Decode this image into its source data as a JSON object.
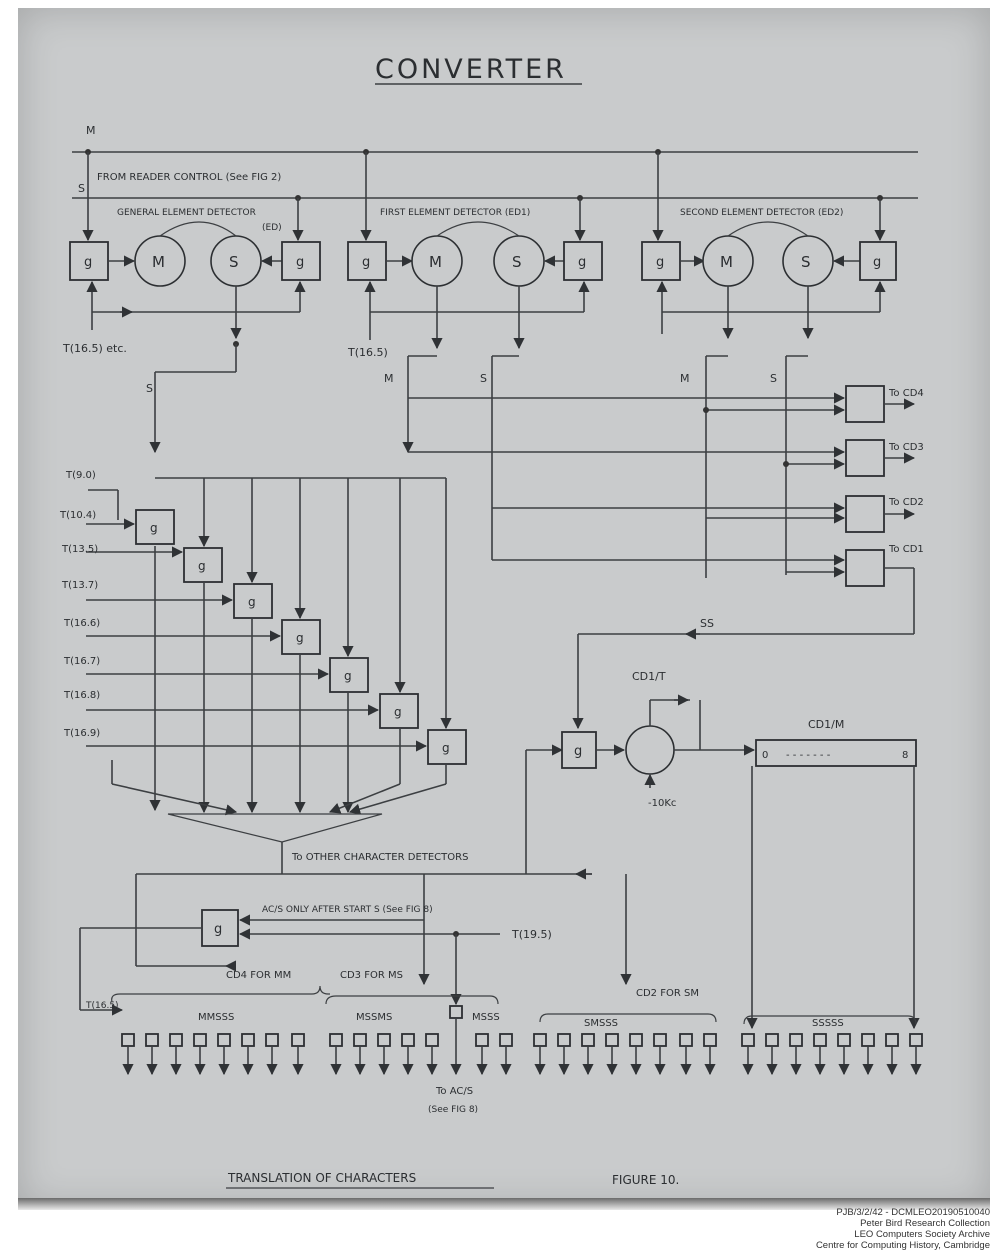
{
  "title": "CONVERTER",
  "bus": {
    "m": "M",
    "s": "S",
    "from_reader": "FROM READER CONTROL (See FIG 2)"
  },
  "detectors": [
    {
      "label": "GENERAL ELEMENT DETECTOR",
      "code": "(ED)",
      "timing": "T(16.5) etc."
    },
    {
      "label": "FIRST ELEMENT DETECTOR (ED1)",
      "timing": "T(16.5)"
    },
    {
      "label": "SECOND ELEMENT DETECTOR (ED2)"
    }
  ],
  "gate": "g",
  "element_m": "M",
  "element_s": "S",
  "outputs": {
    "s": "S",
    "m": "M"
  },
  "cd_outputs": [
    "To CD4",
    "To CD3",
    "To CD2",
    "To CD1"
  ],
  "ss": "SS",
  "timings": [
    "T(9.0)",
    "T(10.4)",
    "T(13.5)",
    "T(13.7)",
    "T(16.6)",
    "T(16.7)",
    "T(16.8)",
    "T(16.9)"
  ],
  "cd1t": "CD1/T",
  "cd1m": {
    "label": "CD1/M",
    "first": "0",
    "dots": "- - - - - - -",
    "last": "8"
  },
  "minus10kc": "-10Kc",
  "other_detectors": "To OTHER CHARACTER DETECTORS",
  "acs_note": "AC/S ONLY AFTER START S (See FIG 8)",
  "t195": "T(19.5)",
  "t165": "T(16.5)",
  "cd_labels": [
    "CD4 FOR MM",
    "CD3 FOR MS",
    "CD2 FOR SM"
  ],
  "groups": [
    "MMSSS",
    "MSSMS",
    "MSSS",
    "SMSSS",
    "SSSSS"
  ],
  "to_acs": "To AC/S",
  "see_fig8": "(See FIG 8)",
  "caption_left": "TRANSLATION OF CHARACTERS",
  "caption_right": "FIGURE 10.",
  "archive": [
    "PJB/3/2/42 - DCMLEO20190510040",
    "Peter Bird Research Collection",
    "LEO Computers Society Archive",
    "Centre for Computing History, Cambridge"
  ]
}
